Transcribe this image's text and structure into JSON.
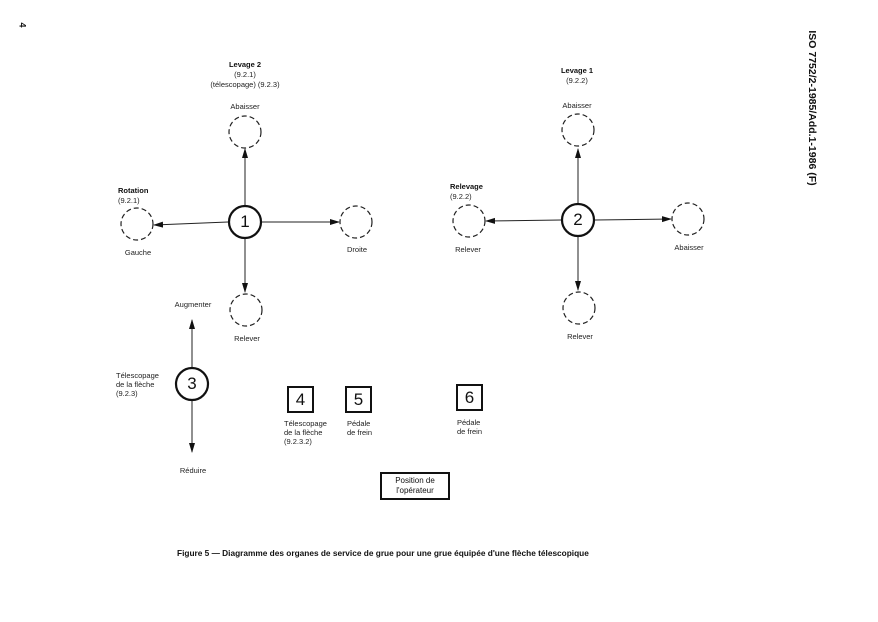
{
  "page_number": "4",
  "document_reference": "ISO 7752/2-1985/Add.1-1986 (F)",
  "controls": {
    "c1": {
      "number": "1",
      "up": {
        "title": "Levage 2",
        "ref1": "(9.2.1)",
        "ref2": "(télescopage) (9.2.3)",
        "label": "Abaisser"
      },
      "down": {
        "label": "Relever"
      },
      "left": {
        "title": "Rotation",
        "ref": "(9.2.1)",
        "label": "Gauche"
      },
      "right": {
        "label": "Droite"
      }
    },
    "c2": {
      "number": "2",
      "up": {
        "title": "Levage 1",
        "ref": "(9.2.2)",
        "label": "Abaisser"
      },
      "down": {
        "label": "Relever"
      },
      "left": {
        "title": "Relevage",
        "ref": "(9.2.2)",
        "label": "Relever"
      },
      "right": {
        "label": "Abaisser"
      }
    },
    "c3": {
      "number": "3",
      "up": {
        "label": "Augmenter"
      },
      "down": {
        "label": "Réduire"
      },
      "side": {
        "line1": "Télescopage",
        "line2": "de la flèche",
        "line3": "(9.2.3)"
      }
    },
    "c4": {
      "number": "4",
      "line1": "Télescopage",
      "line2": "de la flèche",
      "line3": "(9.2.3.2)"
    },
    "c5": {
      "number": "5",
      "line1": "Pédale",
      "line2": "de frein"
    },
    "c6": {
      "number": "6",
      "line1": "Pédale",
      "line2": "de frein"
    }
  },
  "operator_position": {
    "line1": "Position de",
    "line2": "l'opérateur"
  },
  "caption": "Figure 5 — Diagramme des organes de service de grue pour une grue équipée d'une flèche télescopique"
}
